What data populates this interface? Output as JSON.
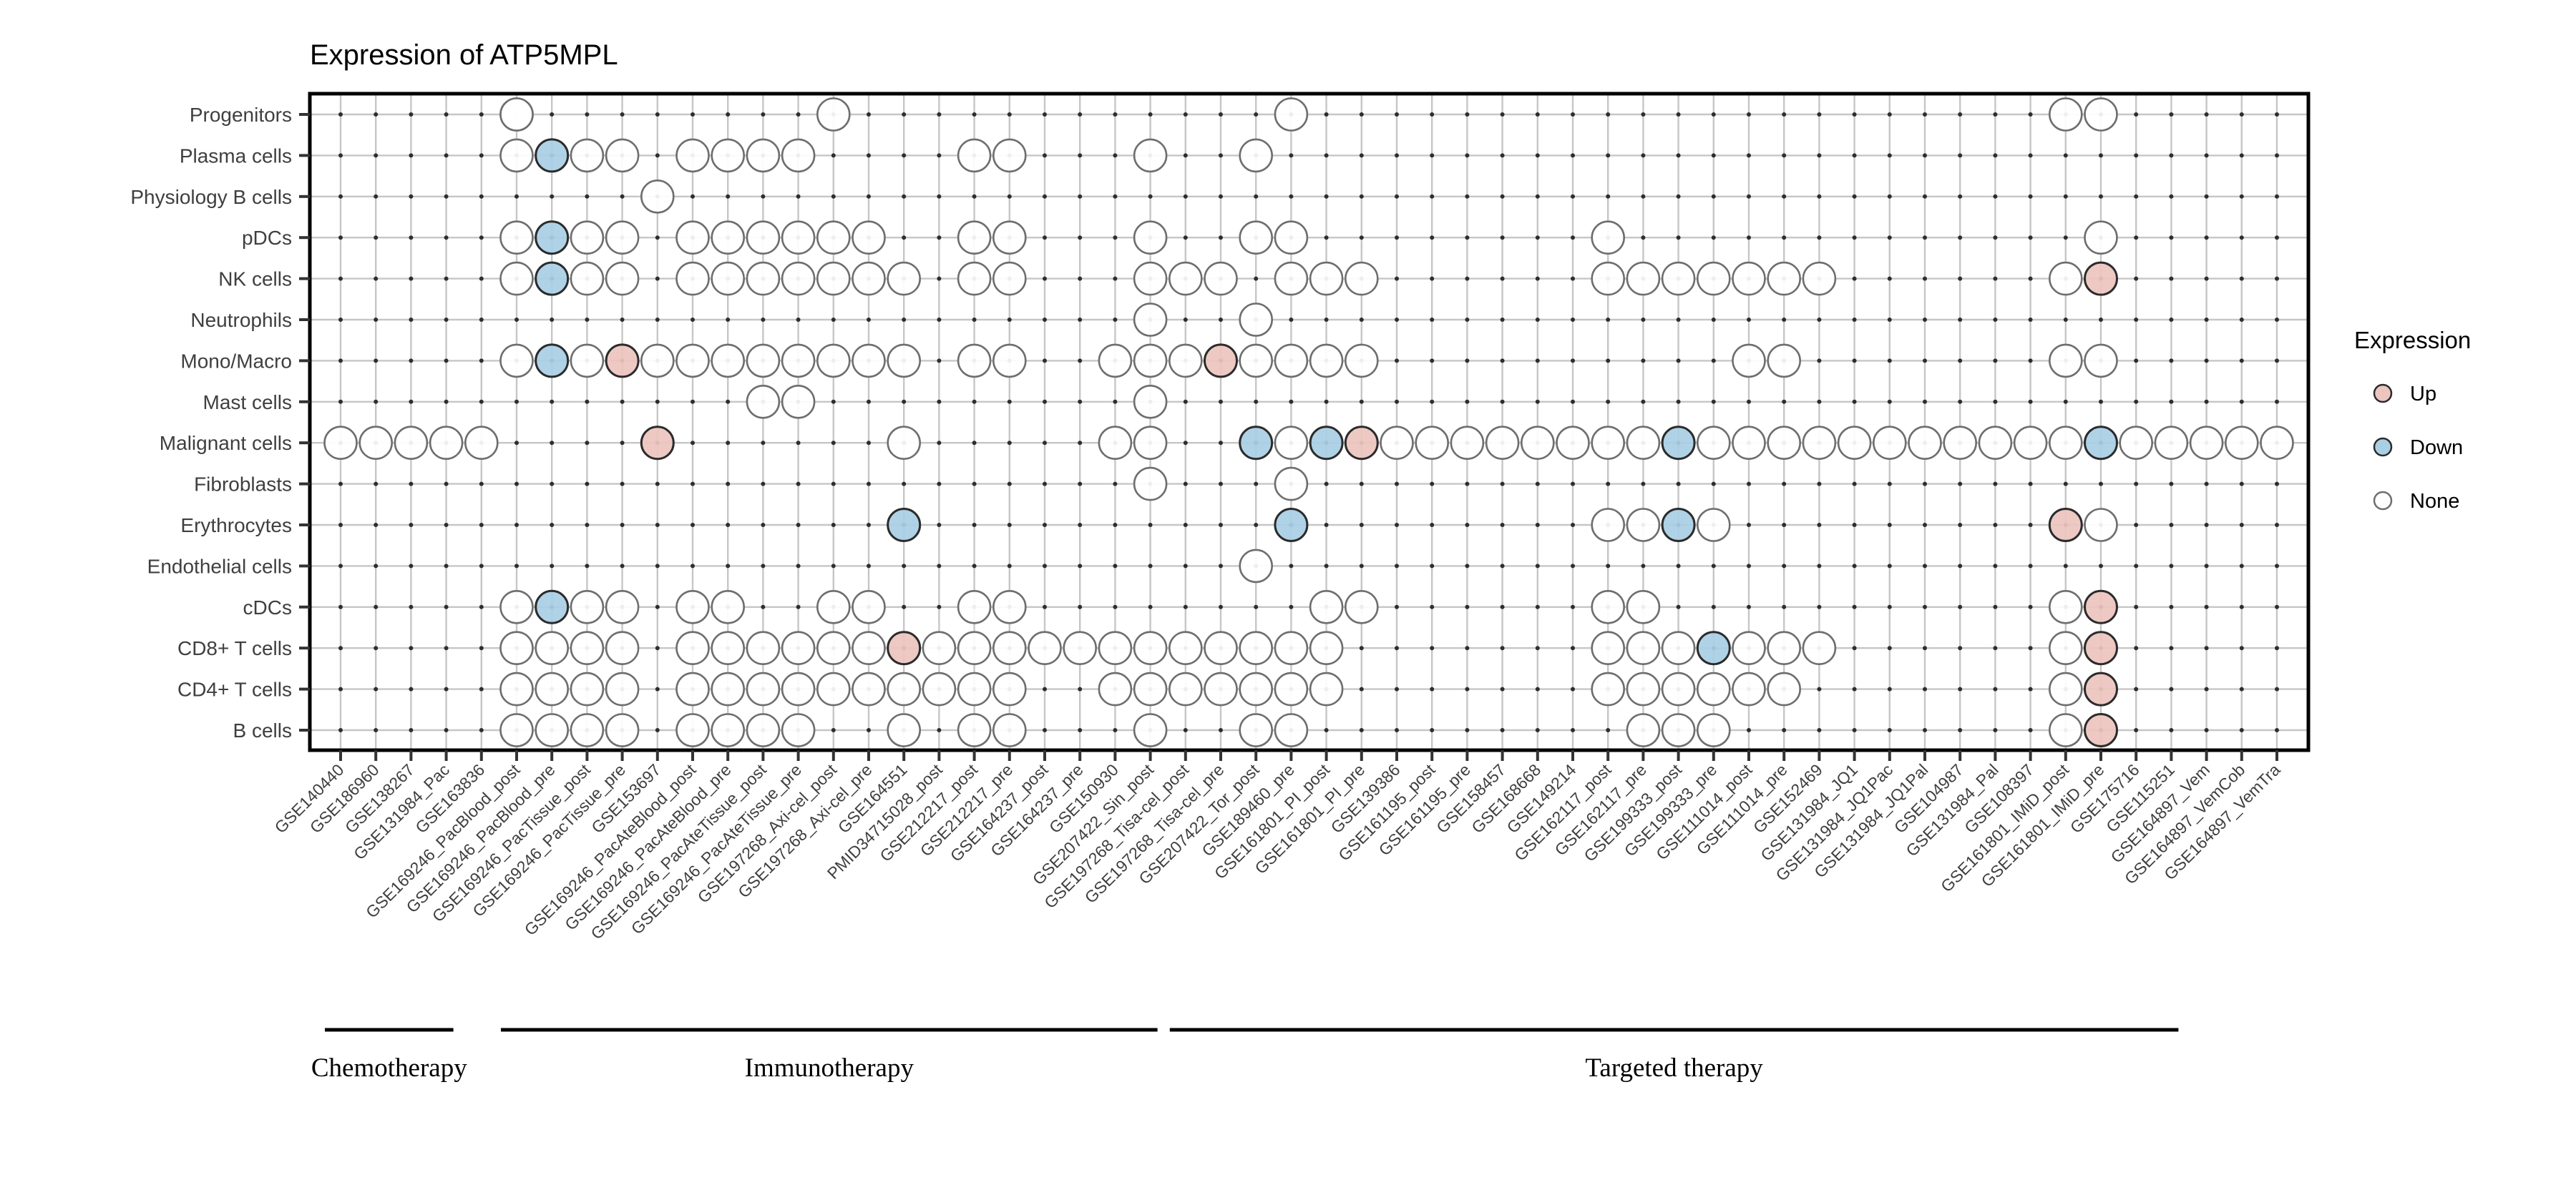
{
  "title": "Expression of ATP5MPL",
  "legend": {
    "title": "Expression",
    "items": [
      {
        "label": "Up",
        "color": "#edc5bf",
        "stroke": "#2b2b2b"
      },
      {
        "label": "Down",
        "color": "#a9cfe5",
        "stroke": "#2b2b2b"
      },
      {
        "label": "None",
        "color": "#ffffff",
        "stroke": "#6e6e6e"
      }
    ]
  },
  "groups": [
    {
      "label": "Chemotherapy",
      "from": 1,
      "to": 4
    },
    {
      "label": "Immunotherapy",
      "from": 6,
      "to": 24
    },
    {
      "label": "Targeted therapy",
      "from": 25,
      "to": 53
    }
  ],
  "chart_data": {
    "type": "dot-matrix",
    "title": "Expression of ATP5MPL",
    "value_legend": {
      "u": "Up",
      "d": "Down",
      "n": "None"
    },
    "rows": [
      "Progenitors",
      "Plasma cells",
      "Physiology B cells",
      "pDCs",
      "NK cells",
      "Neutrophils",
      "Mono/Macro",
      "Mast cells",
      "Malignant cells",
      "Fibroblasts",
      "Erythrocytes",
      "Endothelial cells",
      "cDCs",
      "CD8+ T cells",
      "CD4+ T cells",
      "B cells"
    ],
    "columns": [
      "GSE140440",
      "GSE186960",
      "GSE138267",
      "GSE131984_Pac",
      "GSE163836",
      "GSE169246_PacBlood_post",
      "GSE169246_PacBlood_pre",
      "GSE169246_PacTissue_post",
      "GSE169246_PacTissue_pre",
      "GSE153697",
      "GSE169246_PacAteBlood_post",
      "GSE169246_PacAteBlood_pre",
      "GSE169246_PacAteTissue_post",
      "GSE169246_PacAteTissue_pre",
      "GSE197268_Axi-cel_post",
      "GSE197268_Axi-cel_pre",
      "GSE164551",
      "PMID34715028_post",
      "GSE212217_post",
      "GSE212217_pre",
      "GSE164237_post",
      "GSE164237_pre",
      "GSE150930",
      "GSE207422_Sin_post",
      "GSE197268_Tisa-cel_post",
      "GSE197268_Tisa-cel_pre",
      "GSE207422_Tor_post",
      "GSE189460_pre",
      "GSE161801_PI_post",
      "GSE161801_PI_pre",
      "GSE139386",
      "GSE161195_post",
      "GSE161195_pre",
      "GSE158457",
      "GSE168668",
      "GSE149214",
      "GSE162117_post",
      "GSE162117_pre",
      "GSE199333_post",
      "GSE199333_pre",
      "GSE111014_post",
      "GSE111014_pre",
      "GSE152469",
      "GSE131984_JQ1",
      "GSE131984_JQ1Pac",
      "GSE131984_JQ1Pal",
      "GSE104987",
      "GSE131984_Pal",
      "GSE108397",
      "GSE161801_IMiD_post",
      "GSE161801_IMiD_pre",
      "GSE175716",
      "GSE115251",
      "GSE164897_Vem",
      "GSE164897_VemCob",
      "GSE164897_VemTra"
    ],
    "points": [
      [
        1,
        6,
        "n"
      ],
      [
        1,
        15,
        "n"
      ],
      [
        1,
        28,
        "n"
      ],
      [
        1,
        50,
        "n"
      ],
      [
        1,
        51,
        "n"
      ],
      [
        2,
        6,
        "n"
      ],
      [
        2,
        7,
        "d"
      ],
      [
        2,
        8,
        "n"
      ],
      [
        2,
        9,
        "n"
      ],
      [
        2,
        11,
        "n"
      ],
      [
        2,
        12,
        "n"
      ],
      [
        2,
        13,
        "n"
      ],
      [
        2,
        14,
        "n"
      ],
      [
        2,
        19,
        "n"
      ],
      [
        2,
        20,
        "n"
      ],
      [
        2,
        24,
        "n"
      ],
      [
        2,
        27,
        "n"
      ],
      [
        3,
        10,
        "n"
      ],
      [
        4,
        6,
        "n"
      ],
      [
        4,
        7,
        "d"
      ],
      [
        4,
        8,
        "n"
      ],
      [
        4,
        9,
        "n"
      ],
      [
        4,
        11,
        "n"
      ],
      [
        4,
        12,
        "n"
      ],
      [
        4,
        13,
        "n"
      ],
      [
        4,
        14,
        "n"
      ],
      [
        4,
        15,
        "n"
      ],
      [
        4,
        16,
        "n"
      ],
      [
        4,
        19,
        "n"
      ],
      [
        4,
        20,
        "n"
      ],
      [
        4,
        24,
        "n"
      ],
      [
        4,
        27,
        "n"
      ],
      [
        4,
        28,
        "n"
      ],
      [
        4,
        37,
        "n"
      ],
      [
        4,
        51,
        "n"
      ],
      [
        5,
        6,
        "n"
      ],
      [
        5,
        7,
        "d"
      ],
      [
        5,
        8,
        "n"
      ],
      [
        5,
        9,
        "n"
      ],
      [
        5,
        11,
        "n"
      ],
      [
        5,
        12,
        "n"
      ],
      [
        5,
        13,
        "n"
      ],
      [
        5,
        14,
        "n"
      ],
      [
        5,
        15,
        "n"
      ],
      [
        5,
        16,
        "n"
      ],
      [
        5,
        17,
        "n"
      ],
      [
        5,
        19,
        "n"
      ],
      [
        5,
        20,
        "n"
      ],
      [
        5,
        24,
        "n"
      ],
      [
        5,
        25,
        "n"
      ],
      [
        5,
        26,
        "n"
      ],
      [
        5,
        28,
        "n"
      ],
      [
        5,
        29,
        "n"
      ],
      [
        5,
        30,
        "n"
      ],
      [
        5,
        37,
        "n"
      ],
      [
        5,
        38,
        "n"
      ],
      [
        5,
        39,
        "n"
      ],
      [
        5,
        40,
        "n"
      ],
      [
        5,
        41,
        "n"
      ],
      [
        5,
        42,
        "n"
      ],
      [
        5,
        43,
        "n"
      ],
      [
        5,
        50,
        "n"
      ],
      [
        5,
        51,
        "u"
      ],
      [
        6,
        24,
        "n"
      ],
      [
        6,
        27,
        "n"
      ],
      [
        7,
        6,
        "n"
      ],
      [
        7,
        7,
        "d"
      ],
      [
        7,
        8,
        "n"
      ],
      [
        7,
        9,
        "u"
      ],
      [
        7,
        10,
        "n"
      ],
      [
        7,
        11,
        "n"
      ],
      [
        7,
        12,
        "n"
      ],
      [
        7,
        13,
        "n"
      ],
      [
        7,
        14,
        "n"
      ],
      [
        7,
        15,
        "n"
      ],
      [
        7,
        16,
        "n"
      ],
      [
        7,
        17,
        "n"
      ],
      [
        7,
        19,
        "n"
      ],
      [
        7,
        20,
        "n"
      ],
      [
        7,
        23,
        "n"
      ],
      [
        7,
        24,
        "n"
      ],
      [
        7,
        25,
        "n"
      ],
      [
        7,
        26,
        "u"
      ],
      [
        7,
        27,
        "n"
      ],
      [
        7,
        28,
        "n"
      ],
      [
        7,
        29,
        "n"
      ],
      [
        7,
        30,
        "n"
      ],
      [
        7,
        41,
        "n"
      ],
      [
        7,
        42,
        "n"
      ],
      [
        7,
        50,
        "n"
      ],
      [
        7,
        51,
        "n"
      ],
      [
        8,
        13,
        "n"
      ],
      [
        8,
        14,
        "n"
      ],
      [
        8,
        24,
        "n"
      ],
      [
        9,
        1,
        "n"
      ],
      [
        9,
        2,
        "n"
      ],
      [
        9,
        3,
        "n"
      ],
      [
        9,
        4,
        "n"
      ],
      [
        9,
        5,
        "n"
      ],
      [
        9,
        10,
        "u"
      ],
      [
        9,
        17,
        "n"
      ],
      [
        9,
        23,
        "n"
      ],
      [
        9,
        24,
        "n"
      ],
      [
        9,
        27,
        "d"
      ],
      [
        9,
        28,
        "n"
      ],
      [
        9,
        29,
        "d"
      ],
      [
        9,
        30,
        "u"
      ],
      [
        9,
        31,
        "n"
      ],
      [
        9,
        32,
        "n"
      ],
      [
        9,
        33,
        "n"
      ],
      [
        9,
        34,
        "n"
      ],
      [
        9,
        35,
        "n"
      ],
      [
        9,
        36,
        "n"
      ],
      [
        9,
        37,
        "n"
      ],
      [
        9,
        38,
        "n"
      ],
      [
        9,
        39,
        "d"
      ],
      [
        9,
        40,
        "n"
      ],
      [
        9,
        41,
        "n"
      ],
      [
        9,
        42,
        "n"
      ],
      [
        9,
        43,
        "n"
      ],
      [
        9,
        44,
        "n"
      ],
      [
        9,
        45,
        "n"
      ],
      [
        9,
        46,
        "n"
      ],
      [
        9,
        47,
        "n"
      ],
      [
        9,
        48,
        "n"
      ],
      [
        9,
        49,
        "n"
      ],
      [
        9,
        50,
        "n"
      ],
      [
        9,
        51,
        "d"
      ],
      [
        9,
        52,
        "n"
      ],
      [
        9,
        53,
        "n"
      ],
      [
        9,
        54,
        "n"
      ],
      [
        9,
        55,
        "n"
      ],
      [
        9,
        56,
        "n"
      ],
      [
        10,
        24,
        "n"
      ],
      [
        10,
        28,
        "n"
      ],
      [
        11,
        17,
        "d"
      ],
      [
        11,
        28,
        "d"
      ],
      [
        11,
        37,
        "n"
      ],
      [
        11,
        38,
        "n"
      ],
      [
        11,
        39,
        "d"
      ],
      [
        11,
        40,
        "n"
      ],
      [
        11,
        50,
        "u"
      ],
      [
        11,
        51,
        "n"
      ],
      [
        12,
        27,
        "n"
      ],
      [
        13,
        6,
        "n"
      ],
      [
        13,
        7,
        "d"
      ],
      [
        13,
        8,
        "n"
      ],
      [
        13,
        9,
        "n"
      ],
      [
        13,
        11,
        "n"
      ],
      [
        13,
        12,
        "n"
      ],
      [
        13,
        15,
        "n"
      ],
      [
        13,
        16,
        "n"
      ],
      [
        13,
        19,
        "n"
      ],
      [
        13,
        20,
        "n"
      ],
      [
        13,
        29,
        "n"
      ],
      [
        13,
        30,
        "n"
      ],
      [
        13,
        37,
        "n"
      ],
      [
        13,
        38,
        "n"
      ],
      [
        13,
        50,
        "n"
      ],
      [
        13,
        51,
        "u"
      ],
      [
        14,
        6,
        "n"
      ],
      [
        14,
        7,
        "n"
      ],
      [
        14,
        8,
        "n"
      ],
      [
        14,
        9,
        "n"
      ],
      [
        14,
        11,
        "n"
      ],
      [
        14,
        12,
        "n"
      ],
      [
        14,
        13,
        "n"
      ],
      [
        14,
        14,
        "n"
      ],
      [
        14,
        15,
        "n"
      ],
      [
        14,
        16,
        "n"
      ],
      [
        14,
        17,
        "u"
      ],
      [
        14,
        18,
        "n"
      ],
      [
        14,
        19,
        "n"
      ],
      [
        14,
        20,
        "n"
      ],
      [
        14,
        21,
        "n"
      ],
      [
        14,
        22,
        "n"
      ],
      [
        14,
        23,
        "n"
      ],
      [
        14,
        24,
        "n"
      ],
      [
        14,
        25,
        "n"
      ],
      [
        14,
        26,
        "n"
      ],
      [
        14,
        27,
        "n"
      ],
      [
        14,
        28,
        "n"
      ],
      [
        14,
        29,
        "n"
      ],
      [
        14,
        37,
        "n"
      ],
      [
        14,
        38,
        "n"
      ],
      [
        14,
        39,
        "n"
      ],
      [
        14,
        40,
        "d"
      ],
      [
        14,
        41,
        "n"
      ],
      [
        14,
        42,
        "n"
      ],
      [
        14,
        43,
        "n"
      ],
      [
        14,
        50,
        "n"
      ],
      [
        14,
        51,
        "u"
      ],
      [
        15,
        6,
        "n"
      ],
      [
        15,
        7,
        "n"
      ],
      [
        15,
        8,
        "n"
      ],
      [
        15,
        9,
        "n"
      ],
      [
        15,
        11,
        "n"
      ],
      [
        15,
        12,
        "n"
      ],
      [
        15,
        13,
        "n"
      ],
      [
        15,
        14,
        "n"
      ],
      [
        15,
        15,
        "n"
      ],
      [
        15,
        16,
        "n"
      ],
      [
        15,
        17,
        "n"
      ],
      [
        15,
        18,
        "n"
      ],
      [
        15,
        19,
        "n"
      ],
      [
        15,
        20,
        "n"
      ],
      [
        15,
        23,
        "n"
      ],
      [
        15,
        24,
        "n"
      ],
      [
        15,
        25,
        "n"
      ],
      [
        15,
        26,
        "n"
      ],
      [
        15,
        27,
        "n"
      ],
      [
        15,
        28,
        "n"
      ],
      [
        15,
        29,
        "n"
      ],
      [
        15,
        37,
        "n"
      ],
      [
        15,
        38,
        "n"
      ],
      [
        15,
        39,
        "n"
      ],
      [
        15,
        40,
        "n"
      ],
      [
        15,
        41,
        "n"
      ],
      [
        15,
        42,
        "n"
      ],
      [
        15,
        50,
        "n"
      ],
      [
        15,
        51,
        "u"
      ],
      [
        16,
        6,
        "n"
      ],
      [
        16,
        7,
        "n"
      ],
      [
        16,
        8,
        "n"
      ],
      [
        16,
        9,
        "n"
      ],
      [
        16,
        11,
        "n"
      ],
      [
        16,
        12,
        "n"
      ],
      [
        16,
        13,
        "n"
      ],
      [
        16,
        14,
        "n"
      ],
      [
        16,
        17,
        "n"
      ],
      [
        16,
        19,
        "n"
      ],
      [
        16,
        20,
        "n"
      ],
      [
        16,
        24,
        "n"
      ],
      [
        16,
        27,
        "n"
      ],
      [
        16,
        28,
        "n"
      ],
      [
        16,
        38,
        "n"
      ],
      [
        16,
        39,
        "n"
      ],
      [
        16,
        40,
        "n"
      ],
      [
        16,
        50,
        "n"
      ],
      [
        16,
        51,
        "u"
      ],
      [
        1,
        6,
        "n"
      ]
    ],
    "layout": {
      "grid": true,
      "legend_position": "right",
      "x_label_rotation": 45
    }
  }
}
